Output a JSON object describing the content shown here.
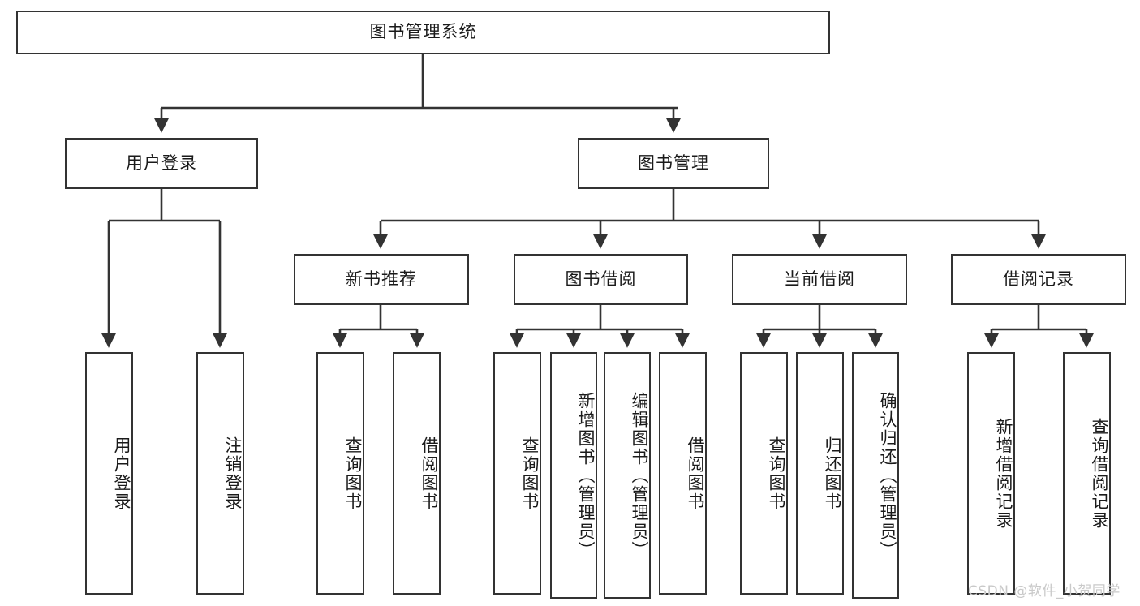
{
  "diagram": {
    "title": "图书管理系统",
    "watermark": "CSDN @软件_小贺同学",
    "colors": {
      "stroke": "#333333",
      "fill": "#ffffff",
      "text": "#1a1a1a",
      "watermark": "#c9c9c9"
    },
    "root": {
      "label": "图书管理系统"
    },
    "level2": [
      {
        "label": "用户登录"
      },
      {
        "label": "图书管理"
      }
    ],
    "level3": [
      {
        "label": "新书推荐"
      },
      {
        "label": "图书借阅"
      },
      {
        "label": "当前借阅"
      },
      {
        "label": "借阅记录"
      }
    ],
    "leaves": {
      "user_login": [
        {
          "label": "用户登录"
        },
        {
          "label": "注销登录"
        }
      ],
      "new_book_recommend": [
        {
          "label": "查询图书"
        },
        {
          "label": "借阅图书"
        }
      ],
      "book_borrow": [
        {
          "label": "查询图书"
        },
        {
          "label": "新增图书（管理员）"
        },
        {
          "label": "编辑图书（管理员）"
        },
        {
          "label": "借阅图书"
        }
      ],
      "current_borrow": [
        {
          "label": "查询图书"
        },
        {
          "label": "归还图书"
        },
        {
          "label": "确认归还（管理员）"
        }
      ],
      "borrow_record": [
        {
          "label": "新增借阅记录"
        },
        {
          "label": "查询借阅记录"
        }
      ]
    }
  }
}
